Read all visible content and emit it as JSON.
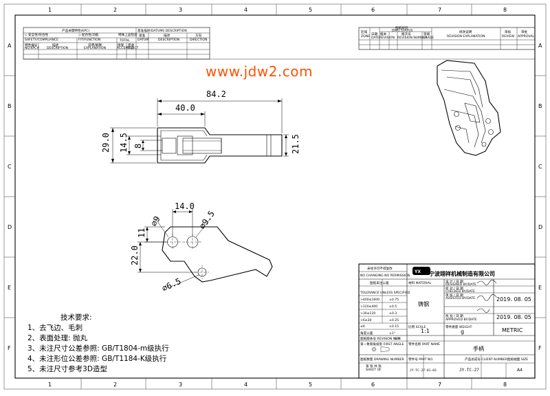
{
  "watermark": "www.jdw2.com",
  "grid": {
    "columns": [
      "1",
      "2",
      "3",
      "4",
      "5",
      "6",
      "7",
      "8"
    ],
    "rows": [
      "A",
      "B",
      "C",
      "D",
      "E",
      "F"
    ]
  },
  "top_left_table": {
    "title": "产品关键特性(KPC)",
    "safety": "◇ 安全性/符合性",
    "safety_en": "SAFETY/COMPLIANCE",
    "fit": "◇ 配合性/功能",
    "fit_en": "FIT/FUNCTION",
    "special": "特殊上品检验",
    "col_no": "特性编号",
    "col_no_en": "NO.KPC#",
    "col_desc": "描述",
    "col_desc_en": "DESCRIPTION",
    "col_expl": "说明/解释",
    "col_expl_en": "EXPLANATION",
    "col_total": "TOTAL",
    "col_accept": "接受",
    "col_accept_en": "ACCEPTED",
    "col_reject": "拒收",
    "col_reject_en": "REJECT",
    "datum_title": "基准描述/DATUMS DESCRIPTION",
    "datum_col": "基准",
    "datum_col_en": "DATUM",
    "datum_desc": "描述",
    "datum_desc_en": "DESCRIPTION",
    "datum_dir": "方向",
    "datum_dir_en": "DIRECTION"
  },
  "revision_table": {
    "zone": "区域",
    "zone_en": "ZONE",
    "date": "日期",
    "date_en": "DATE",
    "status": "图纸状况",
    "status_en": "DWG STATUS",
    "revision": "版本",
    "revision_en": "REVISION",
    "rev_num": "版次号",
    "rev_num_en": "REVISION NUMBER",
    "grade": "等级",
    "grade_en": "GRADE",
    "expl": "修改说明",
    "expl_en": "REVISION EXPLANATION",
    "review": "审核",
    "review_en": "REVIEW",
    "approval": "审批",
    "approval_en": "APPROVAL"
  },
  "dimensions": {
    "overall_length": "84.2",
    "length_40": "40.0",
    "height_29": "29.0",
    "height_14_5": "14.5",
    "height_8": "8",
    "height_21_5": "21.5",
    "spacing_14": "14.0",
    "hole_9": "⌀9",
    "hole_9_5": "⌀9.5",
    "hole_6_5": "⌀6.5",
    "offset_11": "11",
    "offset_22": "22.0"
  },
  "tech_notes": {
    "title": "技术要求:",
    "items": [
      "1、去飞边、毛刺",
      "2、表面处理: 抛丸",
      "3、未注尺寸公差参照: GB/T1804-m级执行",
      "4、未注形位公差参照: GB/T1184-K级执行",
      "5、未注尺寸参考3D造型"
    ]
  },
  "title_block": {
    "copy_notice": "未经许可不得复改",
    "copy_notice_en": "NO CHANGING NO PERMISSION",
    "company": "宁波翊祥机械制造有限公司",
    "tol_title": "图纸未注公差",
    "tol_title_en": "TOLERANCE UNLESS SPECIFIED",
    "tol_rows": [
      {
        "range": ">400≤1600",
        "tol": "±0.75"
      },
      {
        "range": ">120≤400",
        "tol": "±0.5"
      },
      {
        "range": ">30≤120",
        "tol": "±0.3"
      },
      {
        "range": ">6≤30",
        "tol": "±0.25"
      },
      {
        "range": "≤6",
        "tol": "±0.15"
      }
    ],
    "angle_label": "角度公差",
    "angle_value": "±1°",
    "rev_label": "图纸版本号 REVISION NUM",
    "rev_value": "B01",
    "material_label": "材料 MATERIAL",
    "material_value": "铸钢",
    "scale_label": "比例 SCALE",
    "scale_value": "1:1",
    "weight_label": "零件质量 WEIGHT",
    "weight_value": "g",
    "unit": "METRIC",
    "designed": "设 计 / 日 期",
    "designed_en": "DESIGNED BY/DATE",
    "checked": "校 对 / 日 期",
    "checked_en": "CHECKED BY/DATE",
    "assisted": "审 核 / 日 期",
    "assisted_en": "ASSISTED BY/DATE",
    "approved": "批 准 / 日 期",
    "approved_en": "APPROVED BY/DATE",
    "date_1": "2019. 08. 05",
    "date_2": "2019. 08. 05",
    "first_angle": "第一象限角投影 FIRST ANGLE",
    "part_name_label": "零件名称 PART NAME",
    "part_name": "手柄",
    "sheet_label": "图纸数量 DRAWING NUMBER",
    "sheet_text": "第 张 共 张",
    "sheet_en": "SHEET OF",
    "part_no_label": "零件号 PART NO.",
    "part_no": "JY-TC-27-01-03",
    "client_label": "产品总成号 CLIENT NUMBER",
    "client_no": "JY-TC-27",
    "size_label": "图纸幅面 SIZE",
    "size": "A4"
  }
}
